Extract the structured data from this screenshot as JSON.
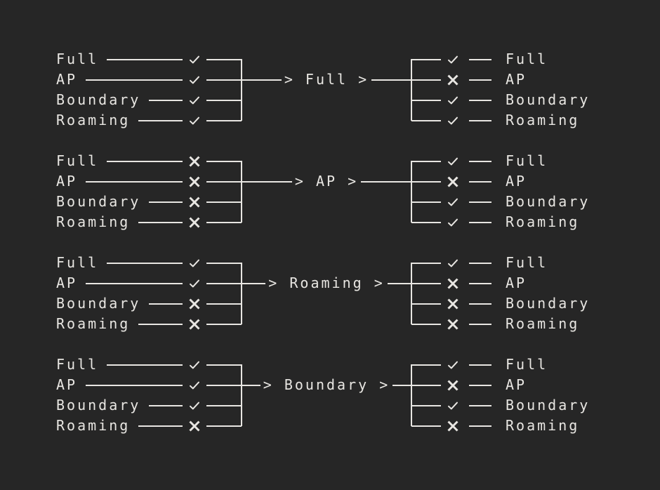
{
  "theme": {
    "background": "#262626",
    "foreground": "#e8e6e2"
  },
  "diagram": {
    "modes": [
      "Full",
      "AP",
      "Boundary",
      "Roaming"
    ],
    "arrow_head": ">",
    "mark_glyphs": {
      "check": "✓",
      "cross": "✕"
    },
    "groups": [
      {
        "transition_label": "Full",
        "incoming": [
          "check",
          "check",
          "check",
          "check"
        ],
        "outgoing": [
          "check",
          "cross",
          "check",
          "check"
        ]
      },
      {
        "transition_label": "AP",
        "incoming": [
          "cross",
          "cross",
          "cross",
          "cross"
        ],
        "outgoing": [
          "check",
          "cross",
          "check",
          "check"
        ]
      },
      {
        "transition_label": "Roaming",
        "incoming": [
          "check",
          "check",
          "cross",
          "cross"
        ],
        "outgoing": [
          "check",
          "cross",
          "cross",
          "cross"
        ]
      },
      {
        "transition_label": "Boundary",
        "incoming": [
          "check",
          "check",
          "check",
          "cross"
        ],
        "outgoing": [
          "check",
          "cross",
          "check",
          "cross"
        ]
      }
    ]
  }
}
